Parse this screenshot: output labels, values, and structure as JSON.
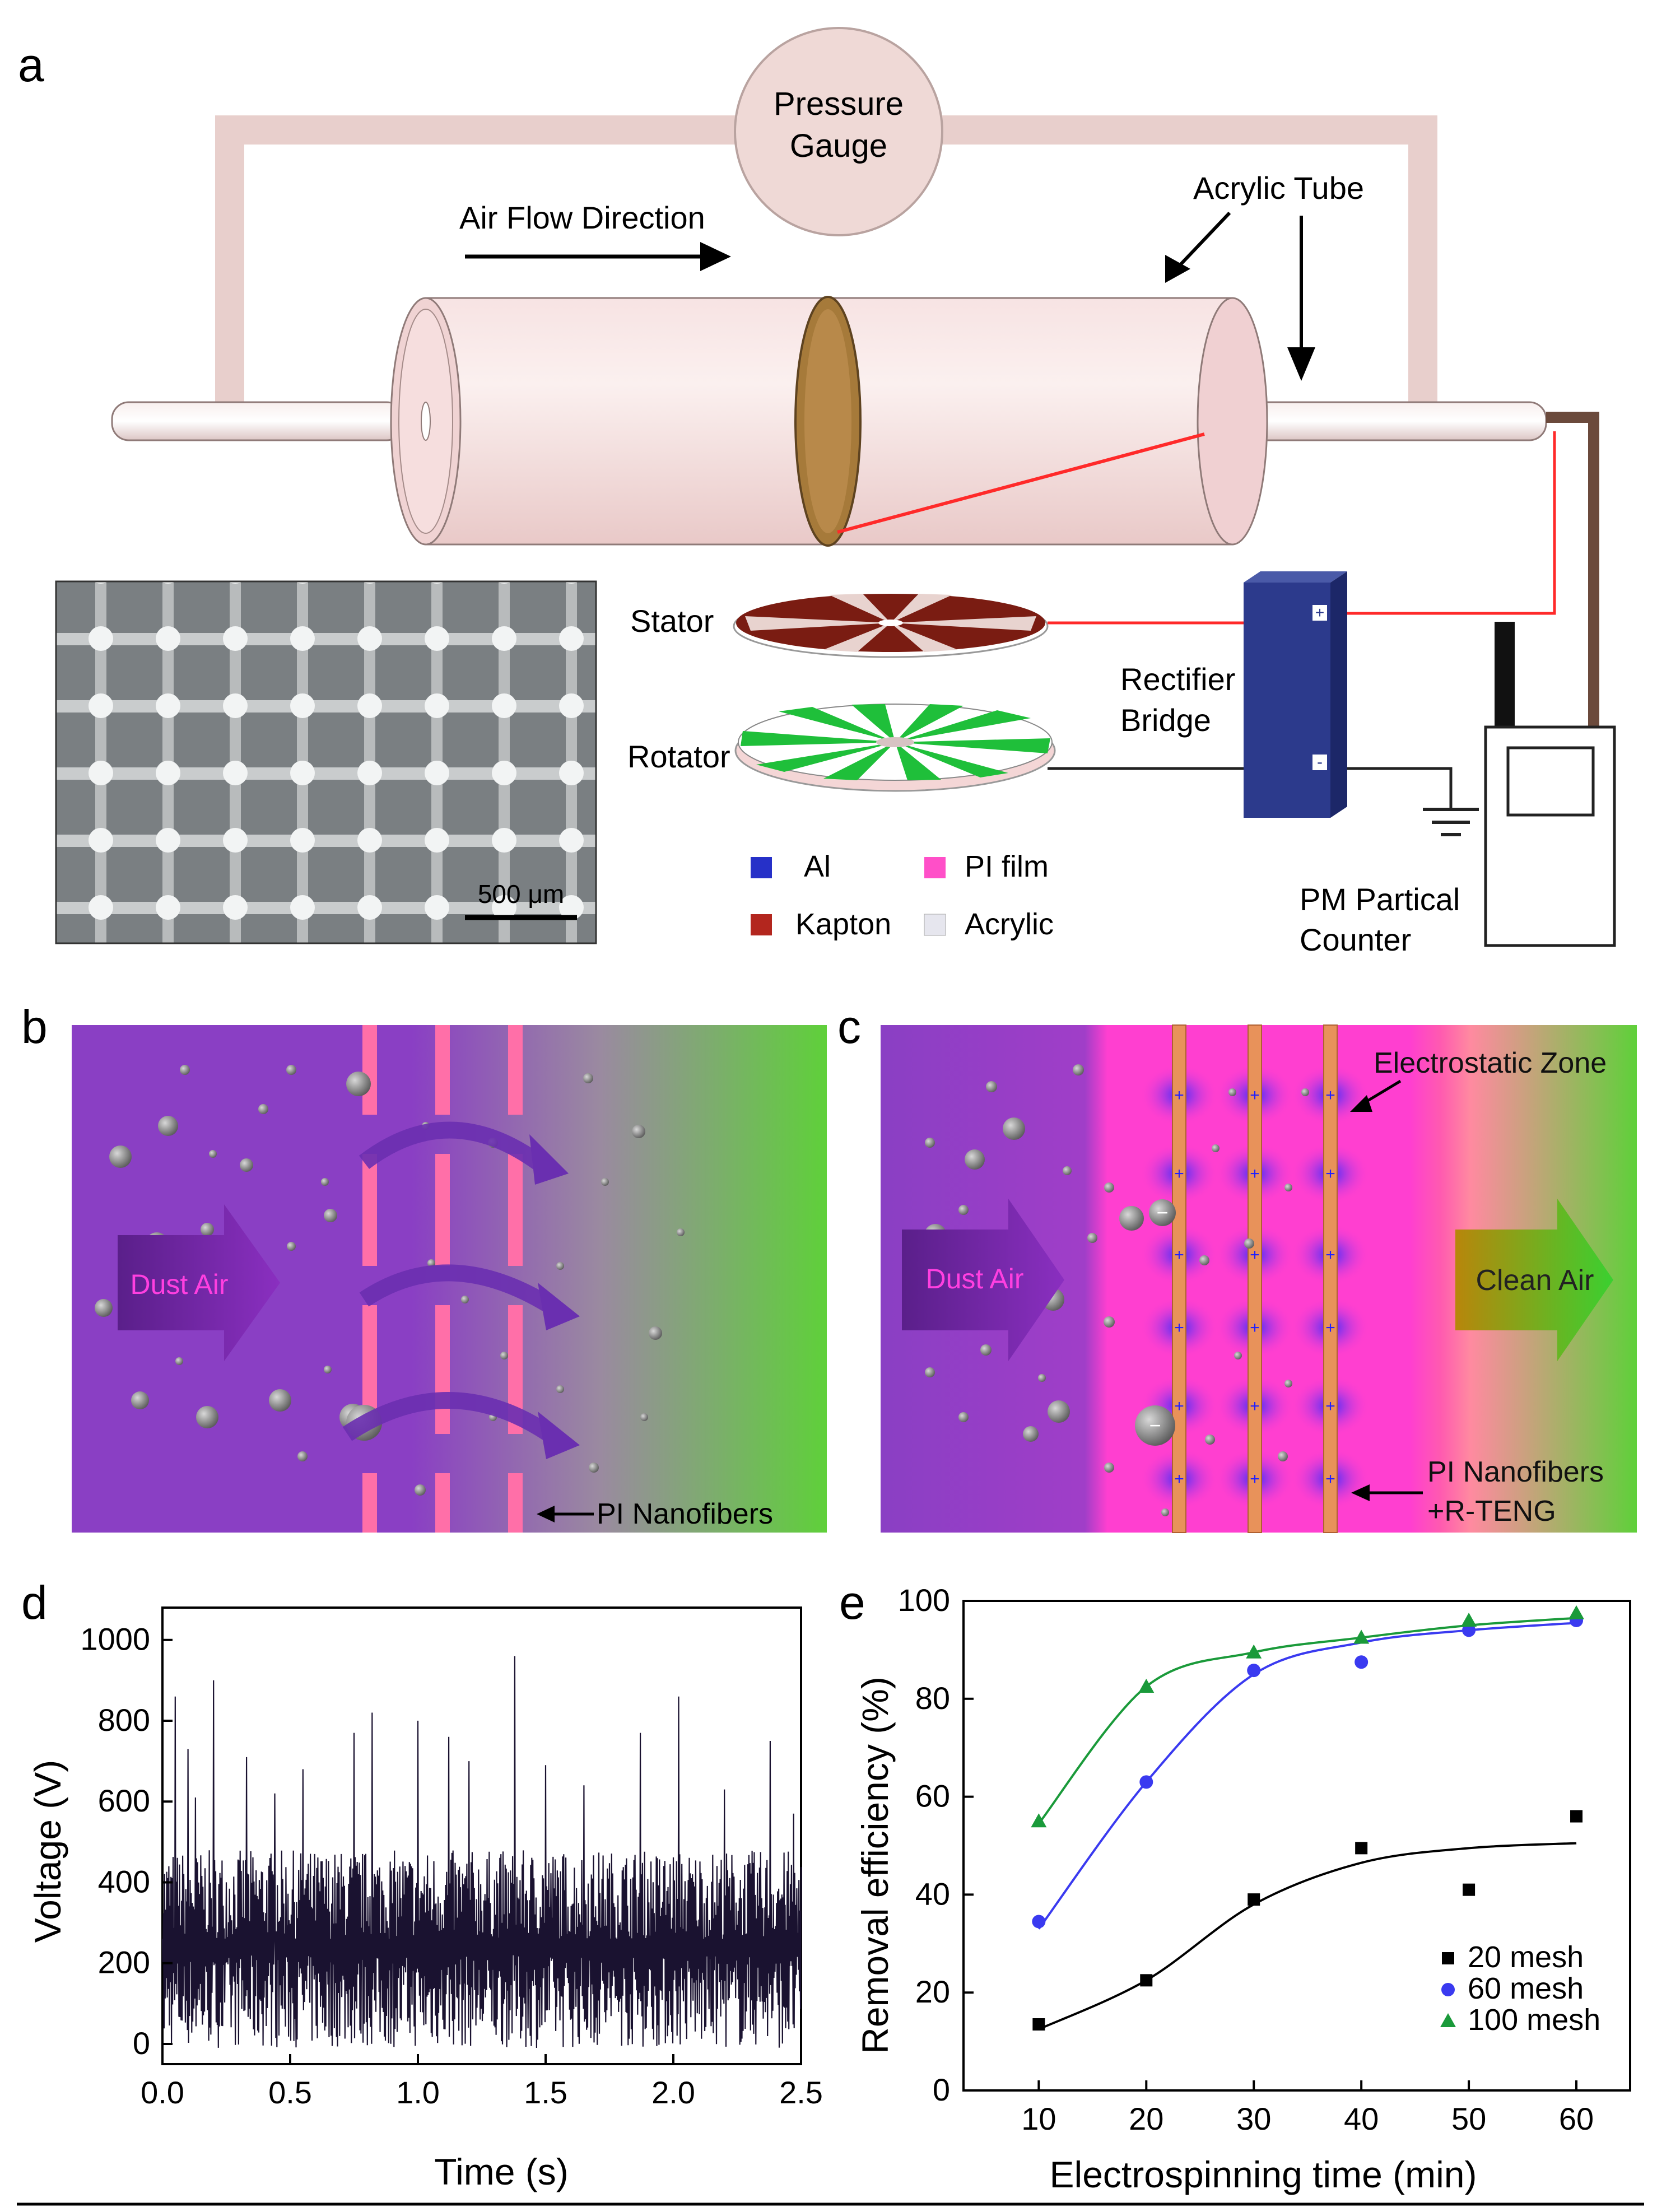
{
  "panel_a": {
    "letter": "a",
    "pressure_gauge": [
      "Pressure",
      "Gauge"
    ],
    "air_flow_label": "Air Flow Direction",
    "acrylic_tube_label": "Acrylic Tube",
    "stator_label": "Stator",
    "rotator_label": "Rotator",
    "rectifier_label": [
      "Rectifier",
      "Bridge"
    ],
    "counter_label": [
      "PM Partical",
      "Counter"
    ],
    "scale_bar_label": "500 μm",
    "rectifier_plus": "+",
    "rectifier_minus": "-",
    "legend": [
      {
        "label": "Al",
        "color": "#2630c8"
      },
      {
        "label": "PI film",
        "color": "#ff4fc8"
      },
      {
        "label": "Kapton",
        "color": "#b3261e"
      },
      {
        "label": "Acrylic",
        "color": "#e6e6ee"
      }
    ]
  },
  "panel_b": {
    "letter": "b",
    "dust_air_label": "Dust Air",
    "fiber_label": "PI Nanofibers"
  },
  "panel_c": {
    "letter": "c",
    "dust_air_label": "Dust Air",
    "clean_air_label": "Clean Air",
    "zone_label": "Electrostatic Zone",
    "fiber_label": [
      "PI Nanofibers",
      "+R-TENG"
    ]
  },
  "panel_d": {
    "letter": "d",
    "chart_data": {
      "type": "line",
      "xlabel": "Time (s)",
      "ylabel": "Voltage (V)",
      "xlim": [
        0,
        2.5
      ],
      "ylim": [
        -50,
        1080
      ],
      "xticks": [
        "0.0",
        "0.5",
        "1.0",
        "1.5",
        "2.0",
        "2.5"
      ],
      "yticks": [
        "0",
        "200",
        "400",
        "600",
        "800",
        "1000"
      ],
      "series": [
        {
          "values_description_free": true,
          "x": [
            0.05,
            0.1,
            0.13,
            0.2,
            0.33,
            0.44,
            0.55,
            0.75,
            0.82,
            1.0,
            1.12,
            1.2,
            1.38,
            1.5,
            1.65,
            1.87,
            2.02,
            2.2,
            2.38,
            2.47
          ],
          "peaks": [
            860,
            730,
            610,
            900,
            710,
            620,
            680,
            770,
            820,
            800,
            760,
            700,
            960,
            690,
            640,
            770,
            860,
            630,
            750,
            570
          ]
        }
      ]
    }
  },
  "panel_e": {
    "letter": "e",
    "chart_data": {
      "type": "scatter",
      "xlabel": "Electrospinning time (min)",
      "ylabel": "Removal efficiency (%)",
      "xlim": [
        3,
        65
      ],
      "ylim": [
        0,
        100
      ],
      "xticks": [
        "10",
        "20",
        "30",
        "40",
        "50",
        "60"
      ],
      "yticks": [
        "0",
        "20",
        "40",
        "60",
        "80",
        "100"
      ],
      "x": [
        10,
        20,
        30,
        40,
        50,
        60
      ],
      "legend_position": "bottom-right",
      "series": [
        {
          "name": "20 mesh",
          "marker": "square",
          "color": "#000000",
          "values": [
            13.5,
            22.5,
            39.0,
            49.5,
            41.0,
            56.0
          ],
          "fit": [
            12.5,
            22.5,
            38.0,
            46.5,
            49.5,
            50.5
          ]
        },
        {
          "name": "60 mesh",
          "marker": "circle",
          "color": "#3a3af0",
          "values": [
            34.5,
            63.0,
            85.8,
            87.5,
            94.0,
            96.0
          ],
          "fit": [
            33.0,
            63.0,
            85.0,
            91.5,
            94.0,
            95.5
          ]
        },
        {
          "name": "100 mesh",
          "marker": "triangle",
          "color": "#1a9a3a",
          "values": [
            55.0,
            82.5,
            89.5,
            92.5,
            96.0,
            97.5
          ],
          "fit": [
            54.5,
            82.5,
            89.5,
            92.5,
            95.0,
            96.5
          ]
        }
      ]
    }
  }
}
